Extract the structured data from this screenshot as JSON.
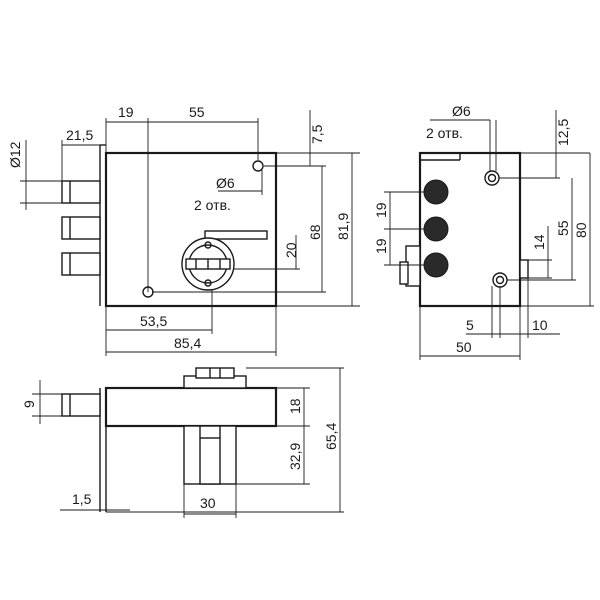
{
  "dimensions": {
    "d12": "Ø12",
    "w21_5": "21,5",
    "w19_top": "19",
    "w55_top": "55",
    "h7_5": "7,5",
    "d6_front": "Ø6",
    "holes_front": "2 отв.",
    "h20": "20",
    "h68": "68",
    "h81_9": "81,9",
    "w53_5": "53,5",
    "w85_4": "85,4",
    "d6_side": "Ø6",
    "holes_side": "2 отв.",
    "h12_5": "12,5",
    "h19_a": "19",
    "h19_b": "19",
    "h14": "14",
    "h55_side": "55",
    "h80": "80",
    "w5": "5",
    "w10": "10",
    "w50": "50",
    "h9": "9",
    "h18": "18",
    "h32_9": "32,9",
    "h65_4": "65,4",
    "w1_5": "1,5",
    "w30": "30"
  }
}
